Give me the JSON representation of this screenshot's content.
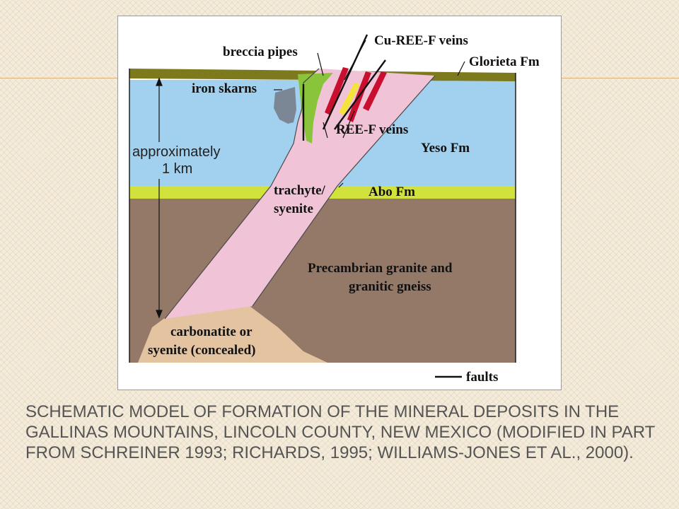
{
  "colors": {
    "glorieta": "#7d7a1e",
    "yeso": "#a2d1ef",
    "abo": "#d2e23c",
    "precambrian": "#947968",
    "carbonatite": "#e4c3a1",
    "trachyte": "#f1c3d7",
    "breccia": "#8ac43a",
    "iron_skarn": "#7c8796",
    "vein_red": "#c8102e",
    "vein_yellow": "#f3e33a",
    "caption_text": "#555555"
  },
  "labels": {
    "breccia_pipes": "breccia pipes",
    "cu_ree_f_veins": "Cu-REE-F veins",
    "glorieta_fm": "Glorieta Fm",
    "iron_skarns": "iron skarns",
    "ree_f_veins": "REE-F veins",
    "yeso_fm": "Yeso Fm",
    "approx_line1": "approximately",
    "approx_line2": "1 km",
    "trachyte": "trachyte/",
    "syenite": "syenite",
    "abo_fm": "Abo Fm",
    "precambrian_line1": "Precambrian granite and",
    "precambrian_line2": "granitic gneiss",
    "carbonatite_line1": "carbonatite or",
    "carbonatite_line2": "syenite (concealed)",
    "faults": "faults"
  },
  "caption": "Schematic model of formation of the mineral deposits in the Gallinas Mountains, Lincoln County, New Mexico (modified in part from Schreiner 1993; Richards, 1995; Williams-Jones et al., 2000)."
}
